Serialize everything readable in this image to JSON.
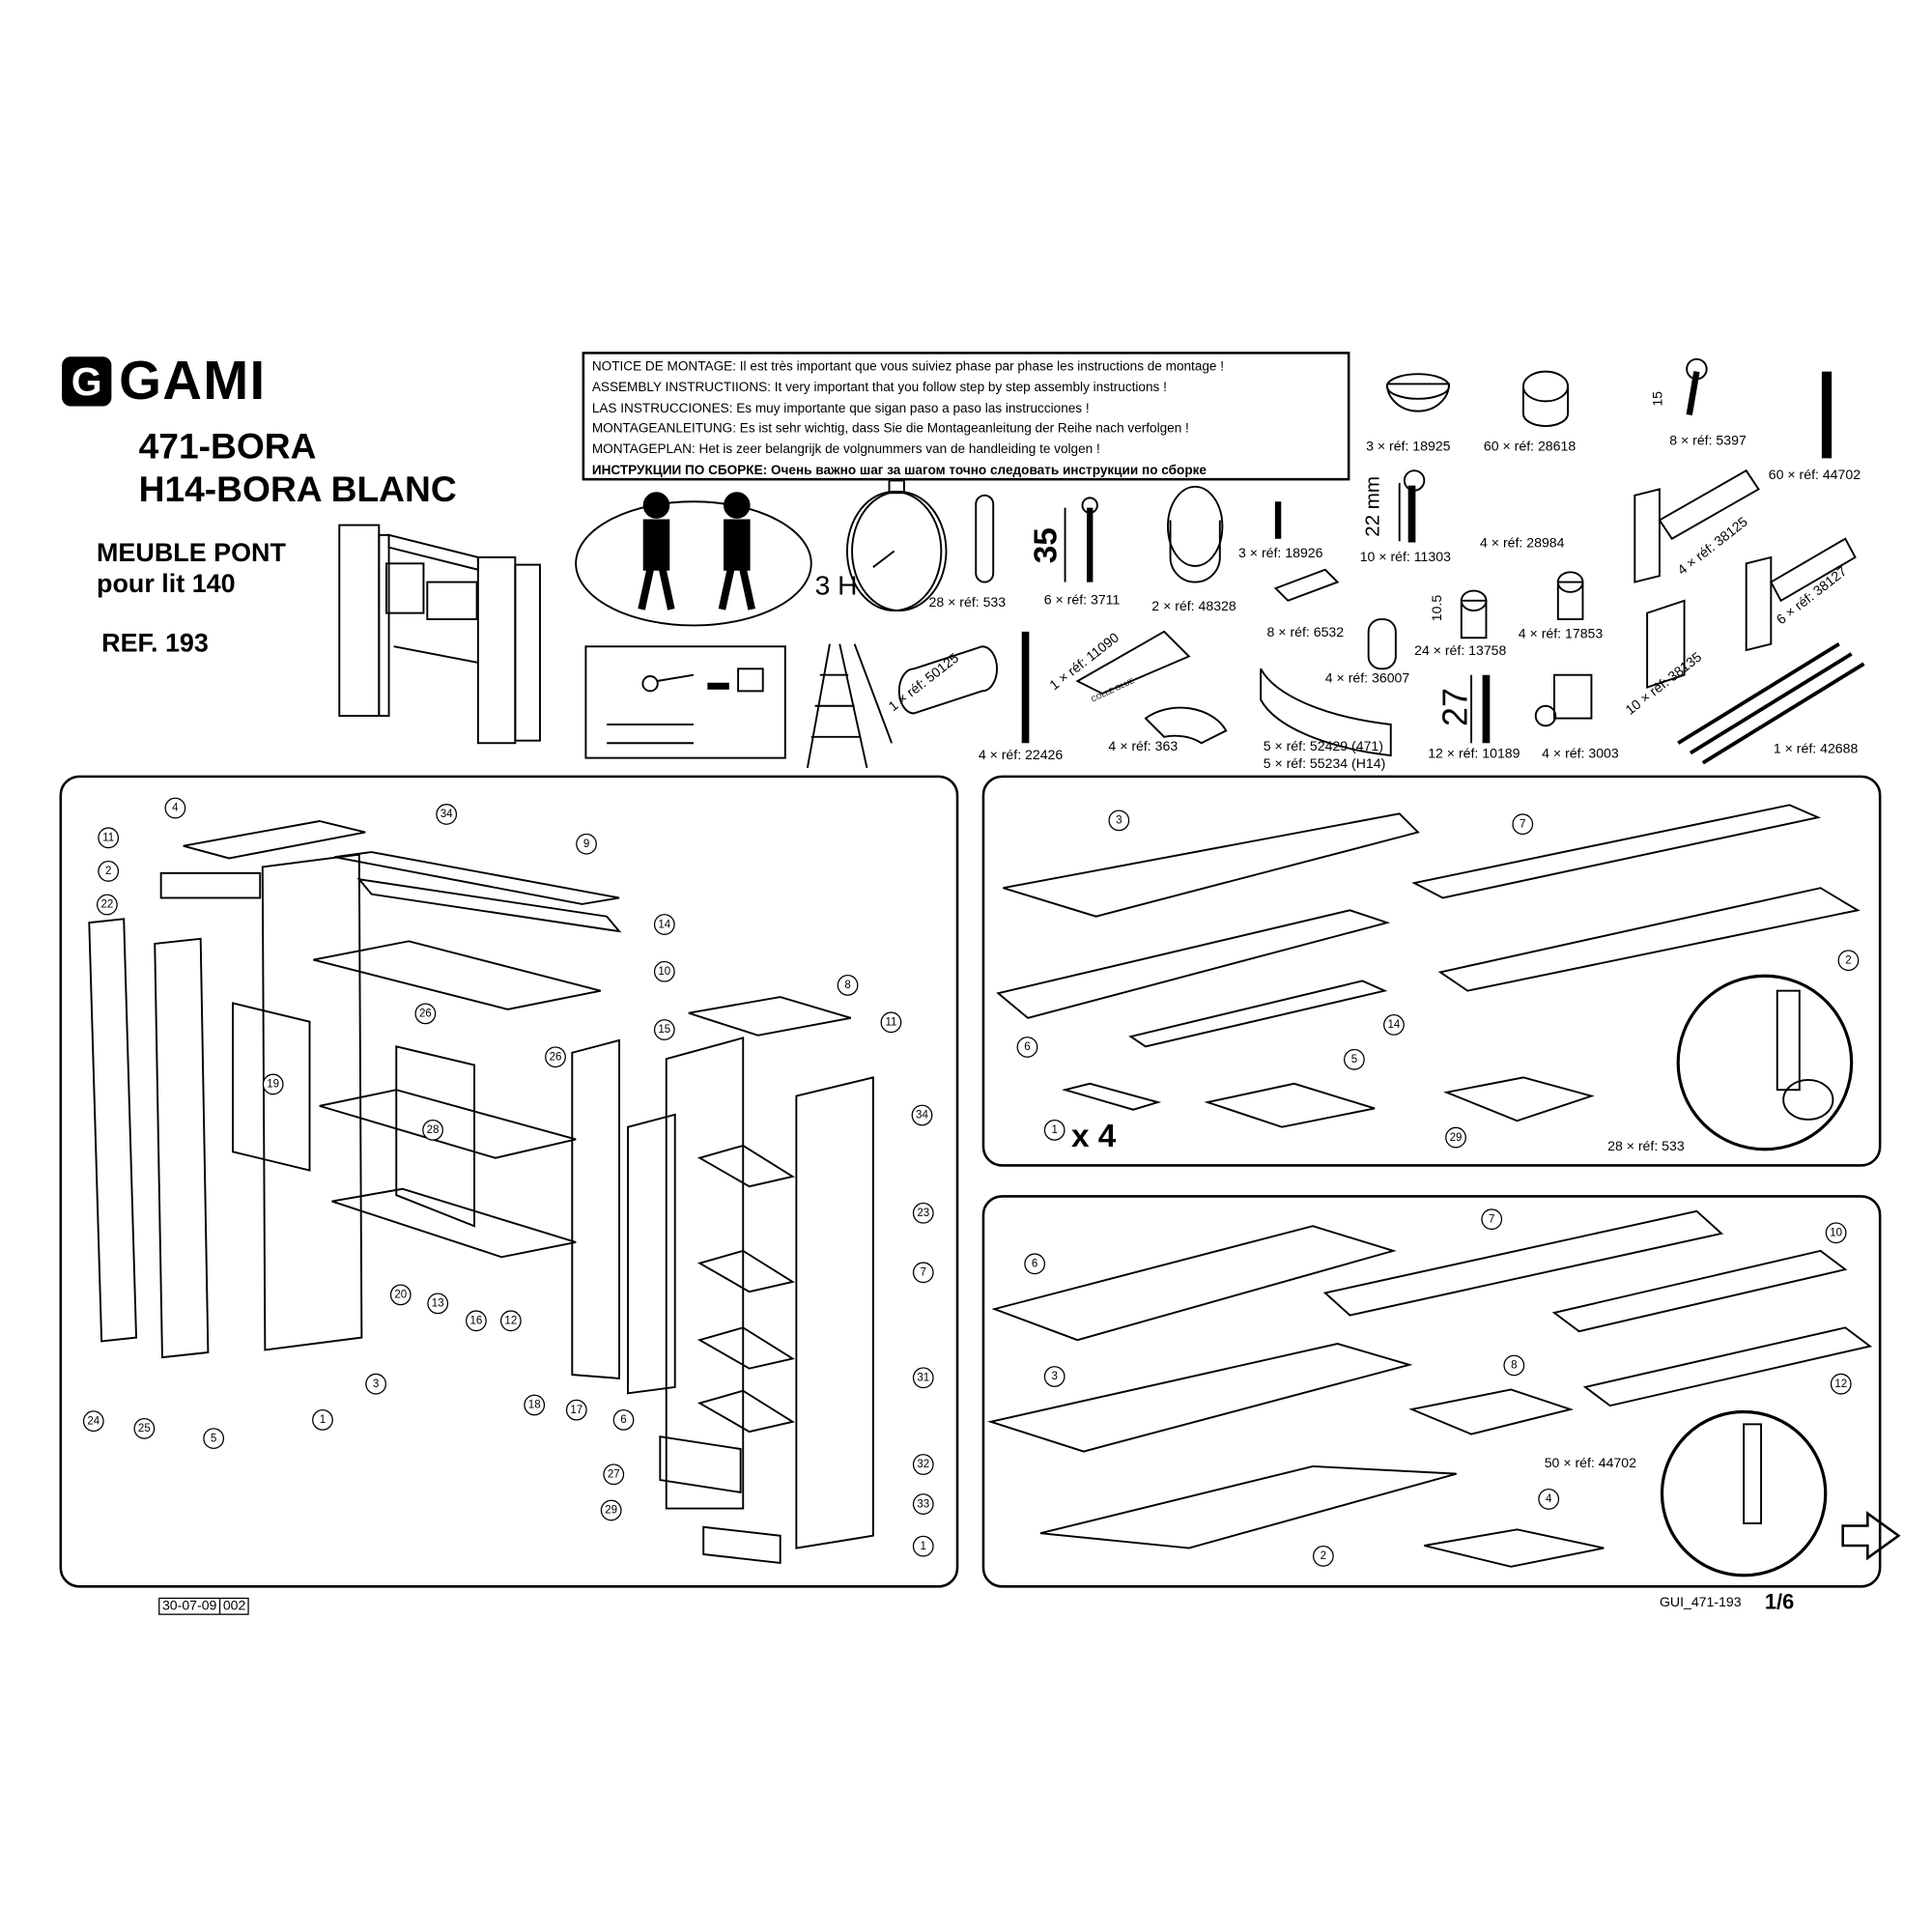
{
  "brand": {
    "logo_letter": "G",
    "logo_word": "GAMI"
  },
  "header": {
    "model_1": "471-BORA",
    "model_2": "H14-BORA BLANC",
    "product_line_1": "MEUBLE PONT",
    "product_line_2": "pour lit 140",
    "reference": "REF. 193"
  },
  "notice": [
    {
      "label": "NOTICE DE MONTAGE:",
      "text": " Il est très important que vous suiviez phase par phase les instructions de montage !"
    },
    {
      "label": "ASSEMBLY INSTRUCTIIONS:",
      "text": " It very important that you follow step by step assembly instructions !"
    },
    {
      "label": "LAS INSTRUCCIONES:",
      "text": " Es muy importante que sigan paso a paso las instrucciones !"
    },
    {
      "label": "MONTAGEANLEITUNG:",
      "text": " Es ist sehr wichtig, dass Sie die Montageanleitung der Reihe nach verfolgen !"
    },
    {
      "label": "MONTAGEPLAN:",
      "text": " Het is zeer belangrijk de volgnummers van de handleiding te volgen !"
    },
    {
      "label": "ИНСТРУКЦИИ ПО СБОРКЕ:",
      "text": " Очень важно шаг за шагом точно следовать инструкции по сборке"
    }
  ],
  "assembly_time": "3 H",
  "dimensions": {
    "screw_35": "35",
    "bolt_22": "22 mm",
    "screw_15": "15",
    "dowel_10_5": "10.5",
    "screw_27": "27"
  },
  "hardware": [
    "28 × réf: 533",
    "6 × réf: 3711",
    "2 × réf: 48328",
    "3 × réf: 18926",
    "3 × réf: 18925",
    "60 × réf: 28618",
    "8 × réf: 5397",
    "60 × réf: 44702",
    "10 × réf: 11303",
    "4 × réf: 28984",
    "4 × réf: 38125",
    "8 × réf: 6532",
    "24 × réf: 13758",
    "4 × réf: 17853",
    "6 × réf: 38127",
    "4 × réf: 36007",
    "1 × réf: 50125",
    "1 × réf: 11090",
    "4 × réf: 22426",
    "4 × réf: 363",
    "5 × réf: 52429 (471)",
    "5 × réf: 55234 (H14)",
    "12 × réf: 10189",
    "4 × réf: 3003",
    "10 × réf: 38135",
    "1 × réf: 42688"
  ],
  "glue_label": "COLLE GLUE",
  "step1": {
    "callouts": [
      "4",
      "34",
      "11",
      "9",
      "2",
      "22",
      "14",
      "10",
      "15",
      "26",
      "26",
      "8",
      "11",
      "19",
      "28",
      "34",
      "23",
      "7",
      "31",
      "20",
      "13",
      "16",
      "12",
      "3",
      "1",
      "5",
      "25",
      "24",
      "18",
      "17",
      "6",
      "27",
      "32",
      "29",
      "33",
      "1"
    ]
  },
  "step2": {
    "callouts": [
      "3",
      "7",
      "6",
      "14",
      "2",
      "5",
      "1",
      "29"
    ],
    "multiplier": "x 4",
    "hardware": "28 × réf: 533"
  },
  "step3": {
    "callouts": [
      "6",
      "7",
      "10",
      "3",
      "8",
      "12",
      "2",
      "4"
    ],
    "hardware": "50 × réf: 44702"
  },
  "footer": {
    "date": "30-07-09",
    "revision": "002",
    "doc_code": "GUI_471-193",
    "page": "1/6"
  }
}
